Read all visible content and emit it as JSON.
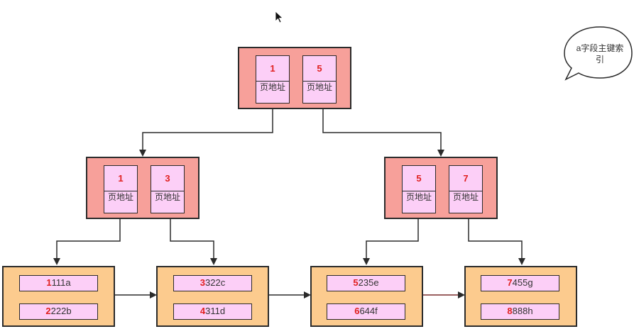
{
  "diagram": {
    "address_label": "页地址",
    "root": {
      "keys": [
        "1",
        "5"
      ]
    },
    "internal_left": {
      "keys": [
        "1",
        "3"
      ]
    },
    "internal_right": {
      "keys": [
        "5",
        "7"
      ]
    },
    "leaves": [
      {
        "records": [
          {
            "key": "1",
            "rest": "111a"
          },
          {
            "key": "2",
            "rest": "222b"
          }
        ]
      },
      {
        "records": [
          {
            "key": "3",
            "rest": "322c"
          },
          {
            "key": "4",
            "rest": "311d"
          }
        ]
      },
      {
        "records": [
          {
            "key": "5",
            "rest": "235e"
          },
          {
            "key": "6",
            "rest": "644f"
          }
        ]
      },
      {
        "records": [
          {
            "key": "7",
            "rest": "455g"
          },
          {
            "key": "8",
            "rest": "888h"
          }
        ]
      }
    ],
    "callout": "a字段主键索引"
  },
  "colors": {
    "internal_node_fill": "#f7a09a",
    "leaf_node_fill": "#fccb8e",
    "cell_fill": "#fccff7",
    "key_text": "#e0201f"
  },
  "icons": [
    "mouse-pointer-icon",
    "speech-bubble-icon",
    "arrow-icon"
  ]
}
